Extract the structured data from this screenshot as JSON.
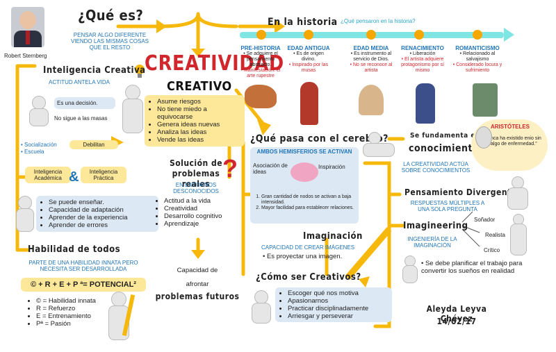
{
  "colors": {
    "accent": "#f6b80a",
    "blue": "#1f74b8",
    "red": "#d0262c",
    "timeline": "#7fe6e3"
  },
  "que_es": {
    "title": "¿Qué es?",
    "text": "PENSAR ALGO DIFERENTE VIENDO LAS MISMAS COSAS QUE EL RESTO"
  },
  "author_portrait": {
    "name": "Robert Sternberg"
  },
  "title_main": "CREATIVIDAD",
  "title_sub": "CREATIVO",
  "creativo_list": [
    "Asume riesgos",
    "No tiene miedo a equivocarse",
    "Genera ideas nuevas",
    "Analiza las ideas",
    "Vende las ideas"
  ],
  "historia": {
    "title": "En la historia",
    "subtitle": "¿Qué pensaron en la historia?",
    "eras": [
      {
        "name": "PRE-HISTORIA",
        "items": [
          "Se adquiere el pensamiento abstracto."
        ],
        "red": "Manifestación: el arte rupestre"
      },
      {
        "name": "EDAD ANTIGUA",
        "items": [
          "Es de origen divino."
        ],
        "red": "Inspirado por las musas"
      },
      {
        "name": "EDAD MEDIA",
        "items": [
          "Es instrumento al servicio de Dios."
        ],
        "red": "No se reconoce al artista"
      },
      {
        "name": "RENACIMIENTO",
        "items": [
          "Liberación"
        ],
        "red": "El artista adquiere protagonismo por sí mismo"
      },
      {
        "name": "ROMANTICISMO",
        "items": [
          "Relacionado al salvajismo"
        ],
        "red": "Considerado locura y sufrimiento"
      }
    ]
  },
  "inteligencia": {
    "title": "Inteligencia Creativa",
    "subtitle": "ACTITUD ANTELA VIDA",
    "decision": "Es una decisión.",
    "masas": "No sigue a las masas",
    "socializacion": "Socialización",
    "escuela": "Escuela",
    "debilitan": "Debilitan",
    "academica": "Inteligencia Académica",
    "amp": "&",
    "practica": "Inteligencia Práctica",
    "list": [
      "Se puede enseñar.",
      "Capacidad de adaptación",
      "Aprender de la experiencia",
      "Aprender de errores"
    ]
  },
  "habilidad": {
    "title": "Habilidad de todos",
    "subtitle": "PARTE DE UNA HABILIDAD INNATA PERO NECESITA SER DESARROLLADA",
    "formula": "© + R + E + P ª= POTENCIAL²",
    "legend": [
      "© = Habilidad innata",
      "R = Refuerzo",
      "E = Entrenamiento",
      "Pª = Pasión"
    ]
  },
  "solucion": {
    "title": "Solución de problemas reales",
    "subtitle": "EN ENTORNOS DESCONOCIDOS",
    "list": [
      "Actitud a la vida",
      "Creatividad",
      "Desarrollo cognitivo",
      "Aprendizaje"
    ],
    "cap1": "Capacidad de",
    "cap2": "afrontar",
    "cap3": "problemas futuros"
  },
  "cerebro": {
    "title": "¿Qué pasa con el cerebro?",
    "subtitle": "AMBOS HEMISFERIOS SE ACTIVAN",
    "asociacion": "Asociación de ideas",
    "inspiracion": "Inspiración",
    "list": [
      "Gran cantidad de nodos se activan a baja intensidad.",
      "Mayor facilidad para establecer relaciones."
    ]
  },
  "imaginacion": {
    "title": "Imaginación",
    "subtitle": "CAPACIDAD DE CREAR IMÁGENES",
    "item": "Es proyectar una imagen."
  },
  "como": {
    "title": "¿Cómo ser Creativos?",
    "list": [
      "Escoger qué nos motiva",
      "Apasionarnos",
      "Practicar disciplinadamente",
      "Arriesgar y perseverar"
    ]
  },
  "conocimientos": {
    "title1": "Se fundamenta en",
    "title2": "conocimientos",
    "subtitle": "LA CREATIVIDAD ACTÚA SOBRE CONOCIMIENTOS"
  },
  "aristoteles": {
    "name": "ARISTÓTELES",
    "quote": "nca ha existido enio sin algo de enfermedad.\""
  },
  "divergente": {
    "title": "Pensamiento Divergente",
    "subtitle": "RESPUESTAS MÚLTIPLES A UNA SOLA PREGUNTA"
  },
  "imagineering": {
    "title": "Imagineering",
    "subtitle": "INGENIERÍA DE LA IMAGINACIÓN",
    "roles": [
      "Soñador",
      "Realista",
      "Crítico"
    ],
    "note": "Se debe planificar el trabajo para convertir los sueños en realidad"
  },
  "firma": {
    "name": "Aleyda Leyva Chévez",
    "date": "14/02/17"
  }
}
